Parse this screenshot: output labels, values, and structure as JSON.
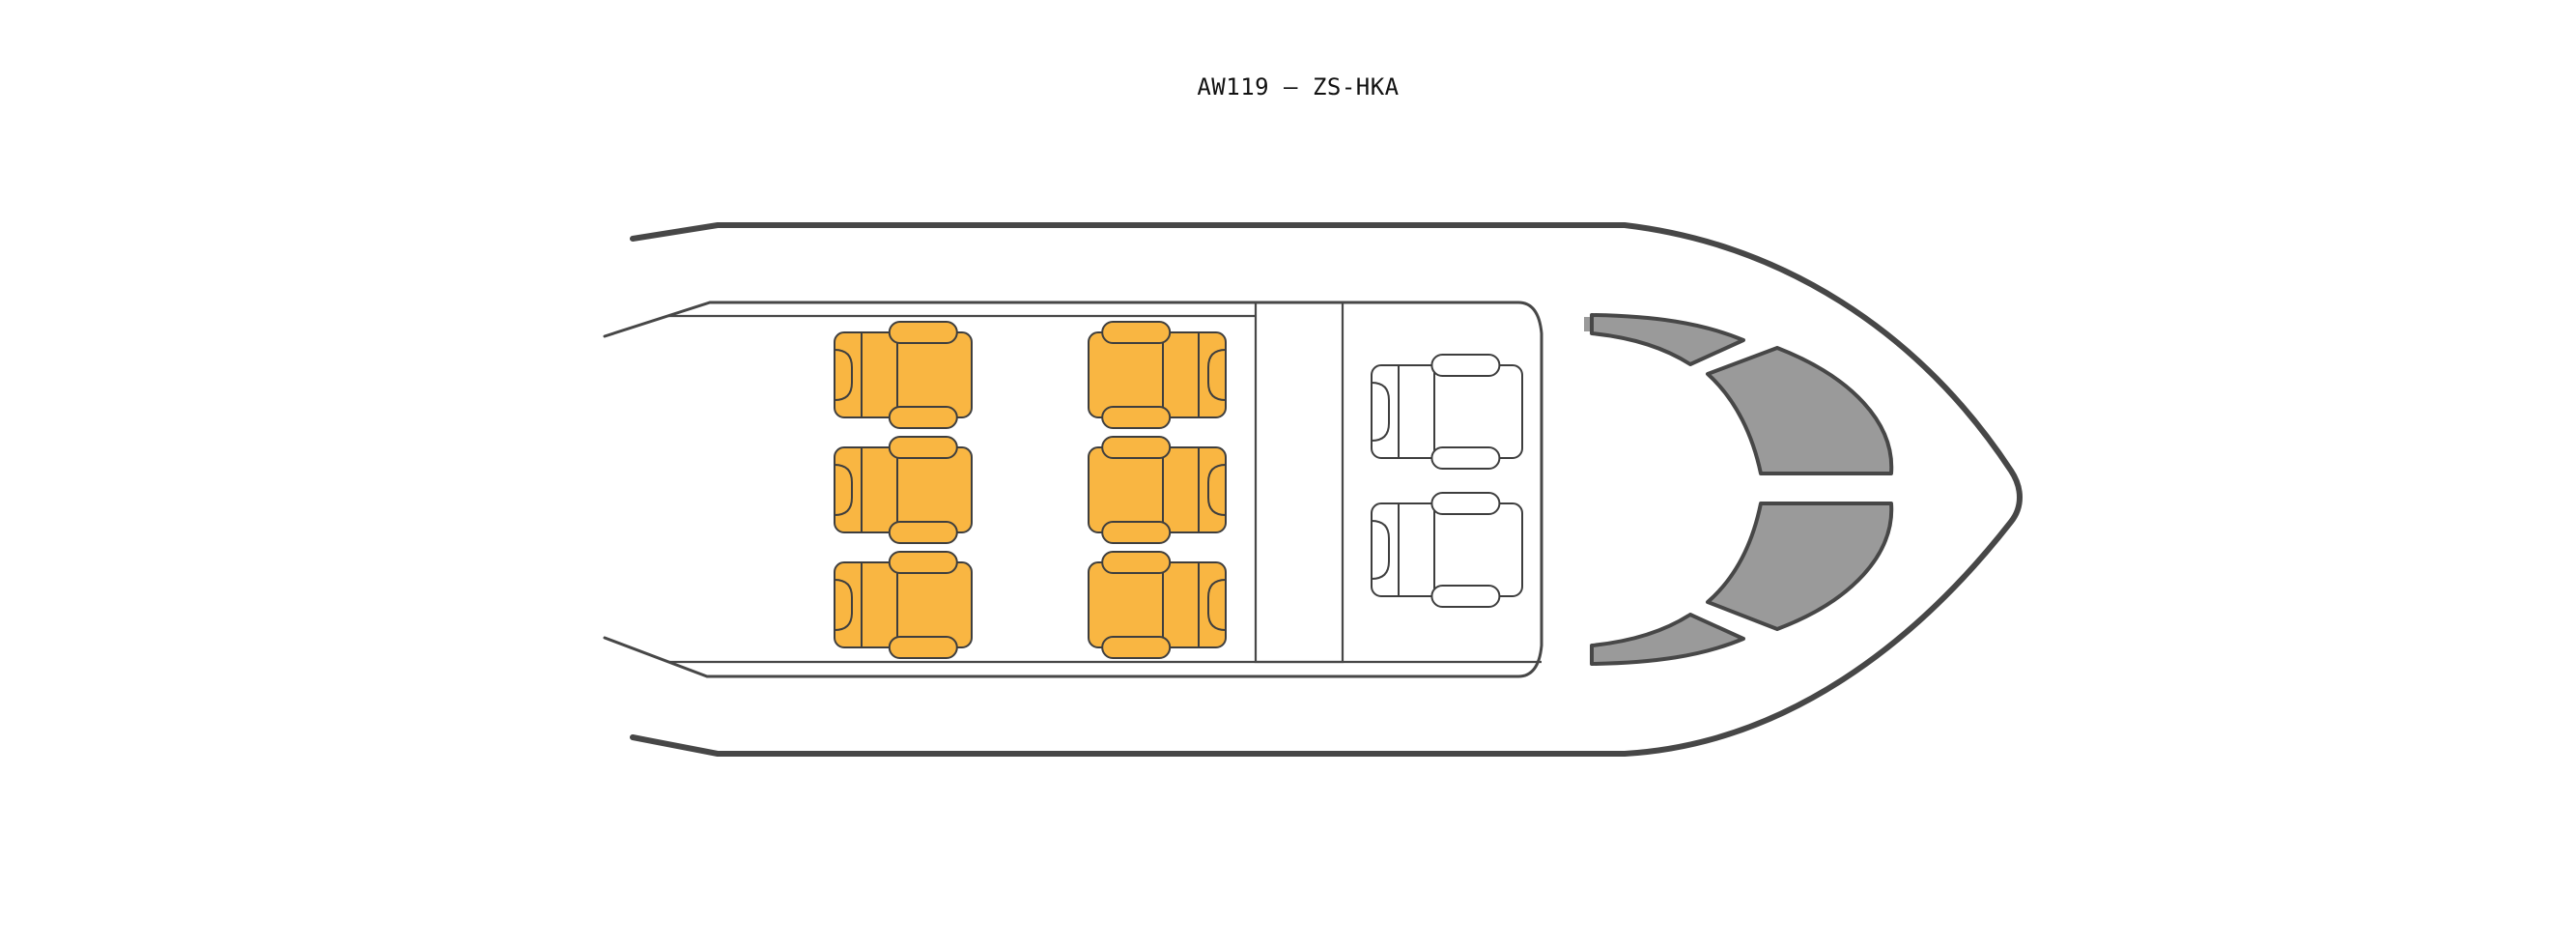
{
  "title": "AW119 – ZS-HKA",
  "colors": {
    "occupied_seat": "#F9B642",
    "empty_seat": "#FFFFFF",
    "outline": "#474747",
    "window": "#9A9A9A"
  },
  "cabin_seats": [
    {
      "id": "row1-left",
      "status": "occupied"
    },
    {
      "id": "row2-left",
      "status": "occupied"
    },
    {
      "id": "row3-left",
      "status": "occupied"
    },
    {
      "id": "row1-right",
      "status": "occupied"
    },
    {
      "id": "row2-right",
      "status": "occupied"
    },
    {
      "id": "row3-right",
      "status": "occupied"
    }
  ],
  "cockpit_seats": [
    {
      "id": "pilot-left",
      "status": "empty"
    },
    {
      "id": "pilot-right",
      "status": "empty"
    }
  ]
}
